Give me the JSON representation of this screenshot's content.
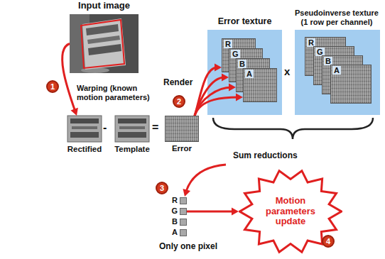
{
  "diagram": {
    "nodes": [
      {
        "text": [
          "Input image"
        ]
      },
      {
        "text": [
          "Rectified"
        ]
      },
      {
        "text": [
          "Template"
        ]
      },
      {
        "text": [
          "Error"
        ]
      },
      {
        "text": [
          "Error texture"
        ]
      },
      {
        "text": [
          "R"
        ],
        "in": 4
      },
      {
        "text": [
          "G"
        ],
        "in": 4
      },
      {
        "text": [
          "B"
        ],
        "in": 4
      },
      {
        "text": [
          "A"
        ],
        "in": 4
      },
      {
        "text": [
          "Pseudoinverse texture (1 row per channel)"
        ]
      },
      {
        "text": [
          "R"
        ],
        "in": 9
      },
      {
        "text": [
          "G"
        ],
        "in": 9
      },
      {
        "text": [
          "B"
        ],
        "in": 9
      },
      {
        "text": [
          "A"
        ],
        "in": 9
      },
      {
        "text": [
          "R"
        ]
      },
      {
        "text": [
          "G"
        ]
      },
      {
        "text": [
          "B"
        ]
      },
      {
        "text": [
          "A"
        ]
      },
      {
        "text": [
          "Motion parameters update"
        ]
      }
    ],
    "edges": [
      {
        "from": 0,
        "to": 1,
        "label": "Warping (known motion parameters)",
        "arrow": "to"
      },
      {
        "from": 3,
        "to": 5,
        "arrow": "to"
      },
      {
        "from": 3,
        "to": 6,
        "arrow": "to"
      },
      {
        "from": 3,
        "to": 7,
        "arrow": "to"
      },
      {
        "from": 3,
        "to": 8,
        "arrow": "to"
      },
      {
        "from": 15,
        "to": 18,
        "arrow": "to"
      }
    ],
    "labels": [
      "1",
      "2",
      "3",
      "4",
      "-",
      "=",
      "x",
      "Render",
      "Sum reductions",
      "Only one pixel"
    ]
  }
}
